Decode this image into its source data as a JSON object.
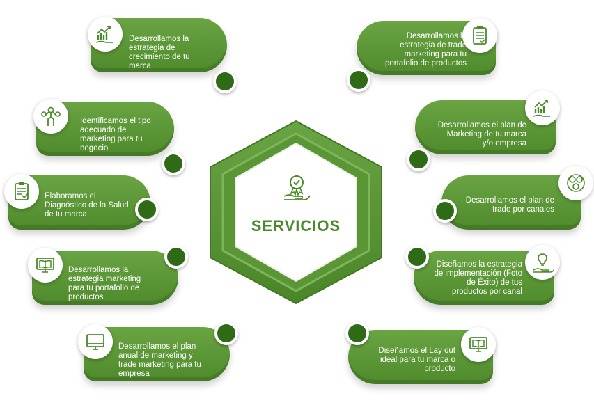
{
  "center": {
    "title": "SERVICIOS",
    "icon": "award-hand-icon"
  },
  "colors": {
    "green": "#5a9636",
    "dark_green": "#2f6a17",
    "white": "#ffffff"
  },
  "left_items": [
    {
      "text": "Desarrollamos la estrategia de crecimiento de tu marca",
      "icon": "growth-chart-icon"
    },
    {
      "text": "Identificamos el tipo adecuado de marketing para tu negocio",
      "icon": "people-network-icon"
    },
    {
      "text": "Elaboramos el Diagnóstico de la Salud de tu marca",
      "icon": "clipboard-check-icon"
    },
    {
      "text": "Desarrollamos la estrategia marketing para tu portafolio de productos",
      "icon": "monitor-book-icon"
    },
    {
      "text": "Desarrollamos el plan anual de marketing y trade marketing para tu empresa",
      "icon": "monitor-icon"
    }
  ],
  "right_items": [
    {
      "text": "Desarrollamos la estrategia de trade marketing para tu portafolio de productos",
      "icon": "clipboard-list-icon"
    },
    {
      "text": "Desarrollamos el plan de Marketing de tu marca y/o empresa",
      "icon": "growth-chart-icon"
    },
    {
      "text": "Desarrollamos el plan de trade por canales",
      "icon": "channels-icon"
    },
    {
      "text": "Diseñamos la estrategia de implementación (Foto de Éxito) de tus productos por canal",
      "icon": "idea-hand-icon"
    },
    {
      "text": "Diseñamos el Lay out ideal para tu marca o producto",
      "icon": "monitor-book-icon"
    }
  ]
}
